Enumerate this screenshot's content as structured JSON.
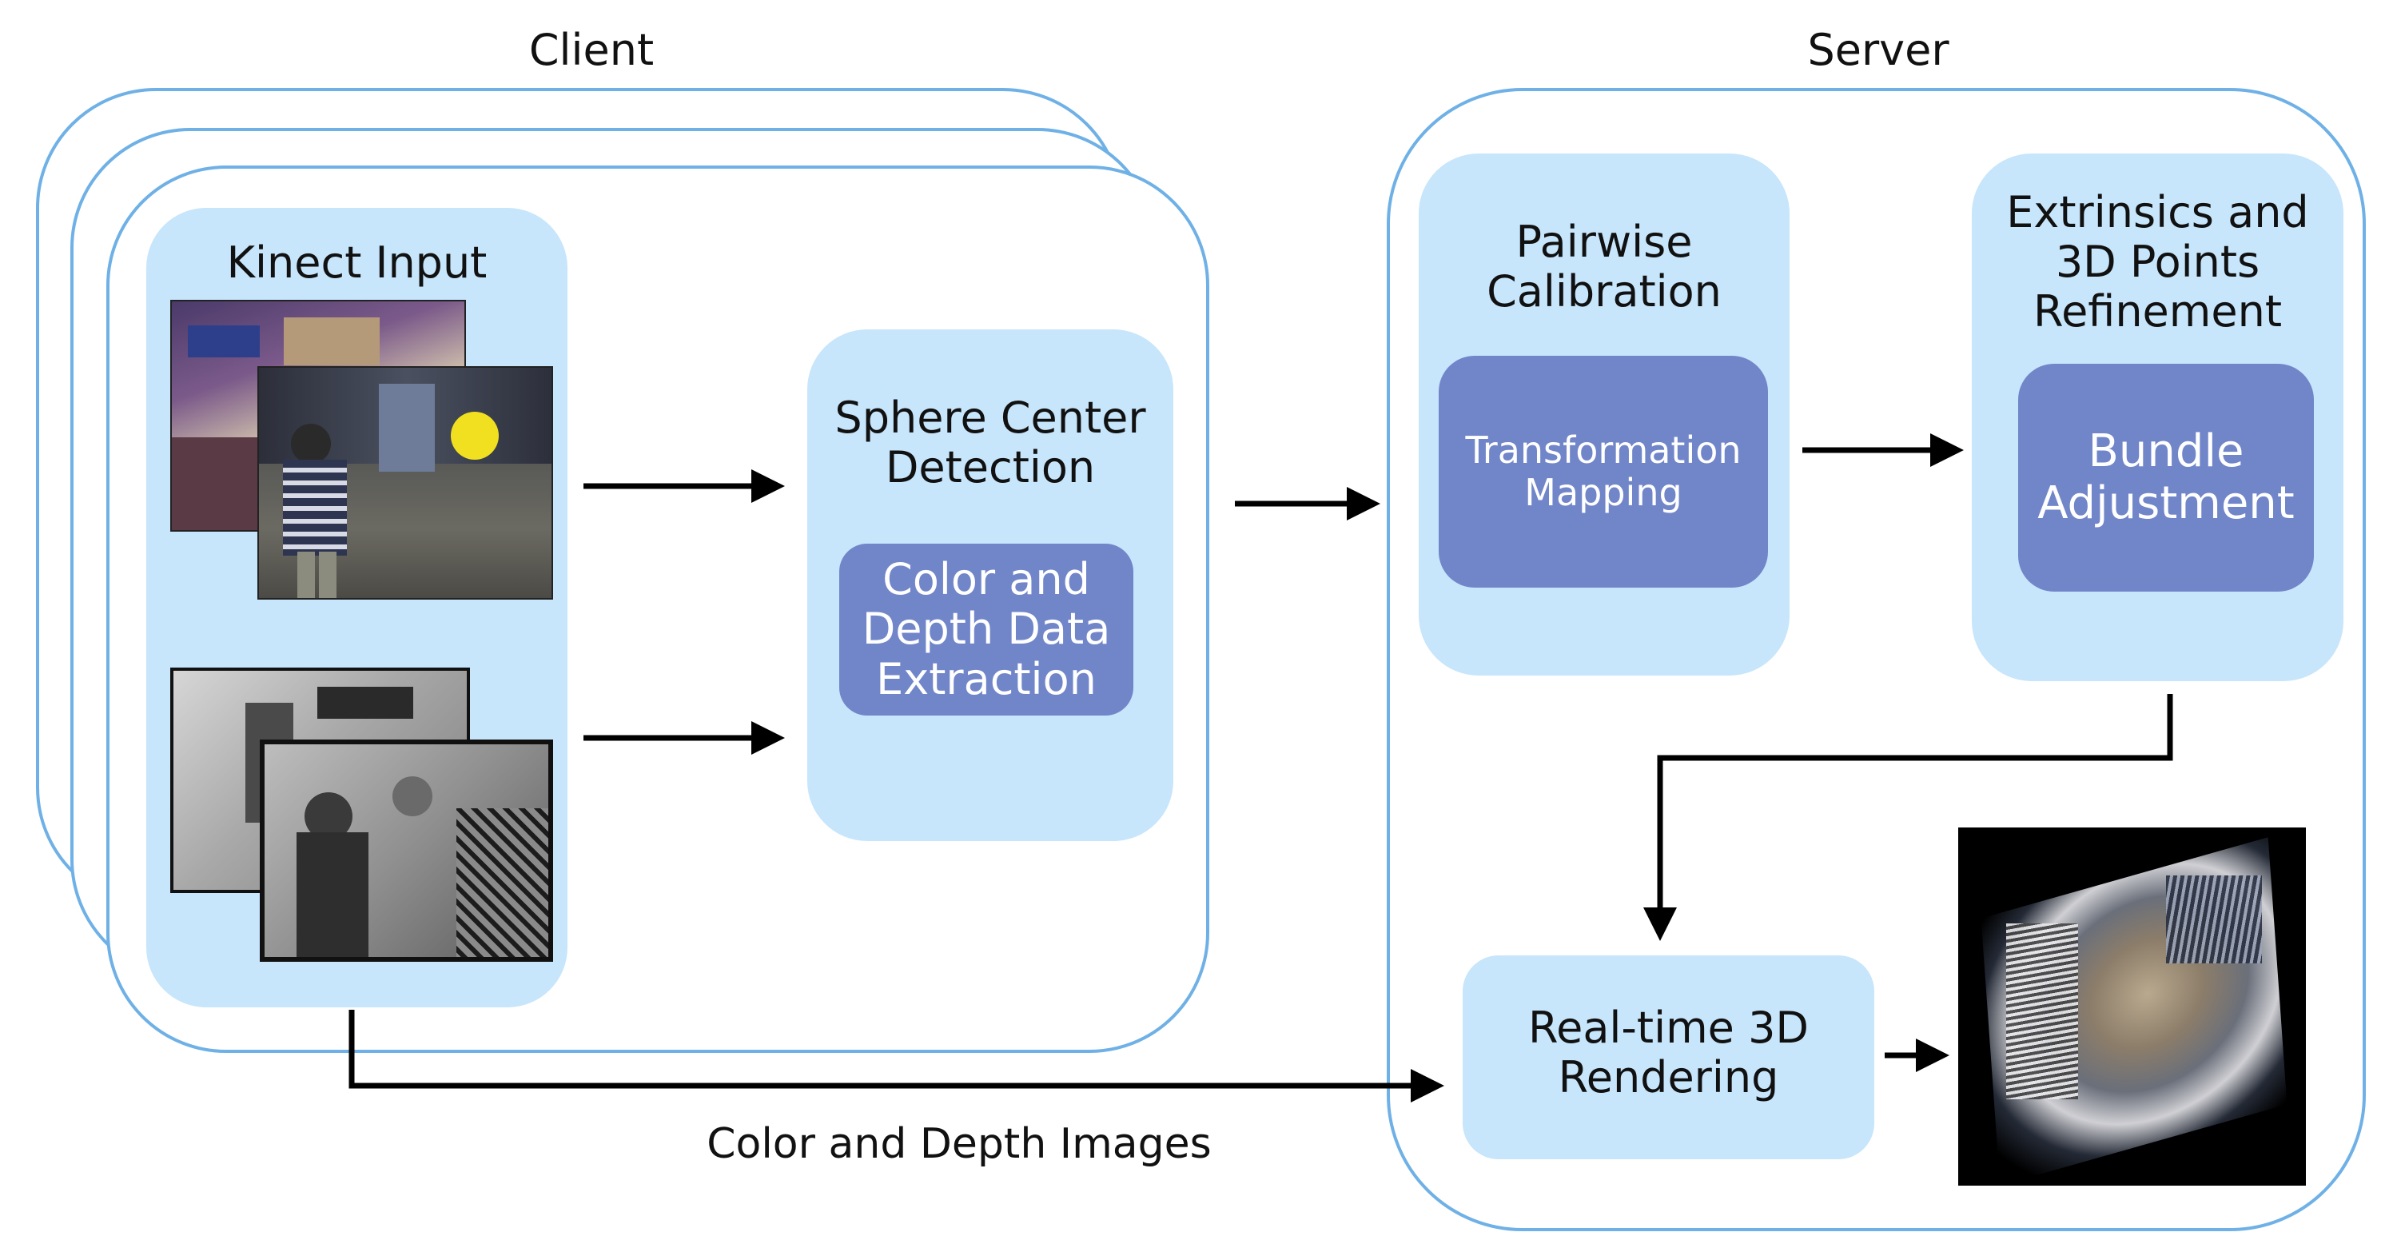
{
  "client": {
    "title": "Client",
    "kinect_input": "Kinect Input",
    "sphere": {
      "title_lines": [
        "Sphere Center",
        "Detection"
      ],
      "inner_lines": [
        "Color and",
        "Depth Data",
        "Extraction"
      ]
    },
    "color_depth_images": "Color and Depth Images"
  },
  "server": {
    "title": "Server",
    "pairwise": {
      "title_lines": [
        "Pairwise",
        "Calibration"
      ],
      "inner_lines": [
        "Transformation",
        "Mapping"
      ]
    },
    "refinement": {
      "title_lines": [
        "Extrinsics and",
        "3D Points",
        "Refinement"
      ],
      "inner_lines": [
        "Bundle",
        "Adjustment"
      ]
    },
    "rendering": {
      "title_lines": [
        "Real-time 3D",
        "Rendering"
      ]
    }
  },
  "colors": {
    "frame_border": "#6fb1e6",
    "panel_fill": "#c7e5fb",
    "inner_fill": "#7185c9",
    "arrow": "#000000"
  }
}
